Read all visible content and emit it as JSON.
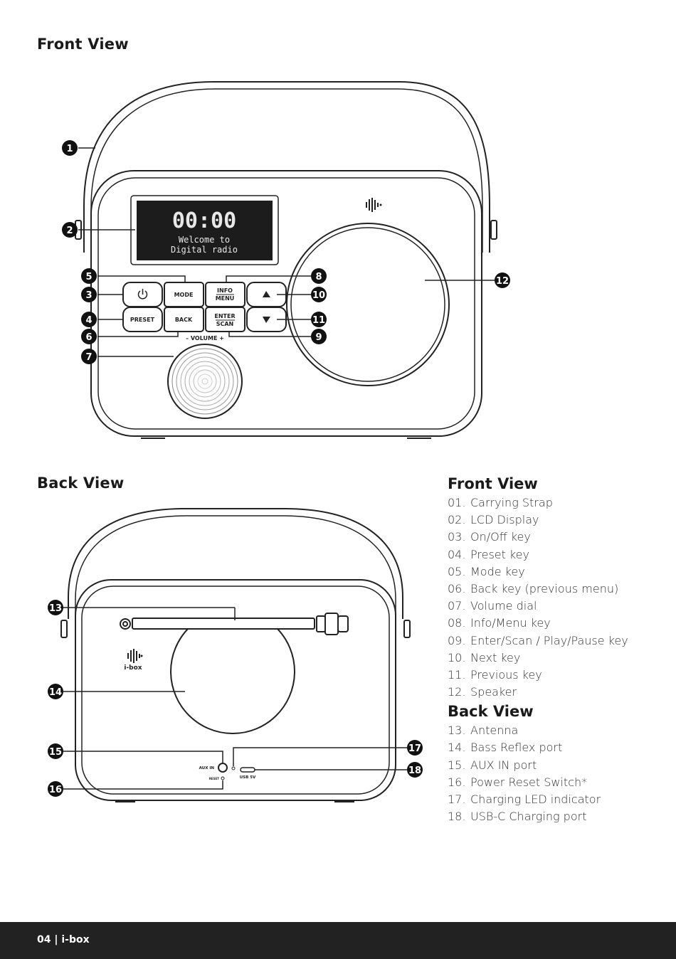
{
  "headings": {
    "front_view": "Front View",
    "back_view": "Back View"
  },
  "device": {
    "lcd_time": "00:00",
    "lcd_line1": "Welcome to",
    "lcd_line2": "Digital radio",
    "buttons": {
      "mode": "MODE",
      "info": "INFO",
      "menu": "MENU",
      "preset": "PRESET",
      "back": "BACK",
      "enter": "ENTER",
      "scan": "SCAN",
      "volume": "– VOLUME +"
    },
    "back_labels": {
      "aux_in": "AUX IN",
      "reset": "RESET",
      "usb": "USB 5V",
      "brand": "i-box"
    }
  },
  "callouts": [
    "1",
    "2",
    "3",
    "4",
    "5",
    "6",
    "7",
    "8",
    "9",
    "10",
    "11",
    "12",
    "13",
    "14",
    "15",
    "16",
    "17",
    "18"
  ],
  "legend": {
    "front_title": "Front View",
    "front_items": [
      {
        "num": "01.",
        "label": "Carrying Strap"
      },
      {
        "num": "02.",
        "label": "LCD Display"
      },
      {
        "num": "03.",
        "label": "On/Off key"
      },
      {
        "num": "04.",
        "label": "Preset key"
      },
      {
        "num": "05.",
        "label": "Mode key"
      },
      {
        "num": "06.",
        "label": "Back key (previous menu)"
      },
      {
        "num": "07.",
        "label": "Volume dial"
      },
      {
        "num": "08.",
        "label": "Info/Menu key"
      },
      {
        "num": "09.",
        "label": "Enter/Scan / Play/Pause key"
      },
      {
        "num": "10.",
        "label": "Next key"
      },
      {
        "num": "11.",
        "label": "Previous key"
      },
      {
        "num": "12.",
        "label": "Speaker"
      }
    ],
    "back_title": "Back View",
    "back_items": [
      {
        "num": "13.",
        "label": "Antenna"
      },
      {
        "num": "14.",
        "label": "Bass Reflex port"
      },
      {
        "num": "15.",
        "label": "AUX IN port"
      },
      {
        "num": "16.",
        "label": "Power Reset Switch*"
      },
      {
        "num": "17.",
        "label": "Charging LED indicator"
      },
      {
        "num": "18.",
        "label": "USB-C Charging port"
      }
    ]
  },
  "footer": {
    "page_label": "04 | i-box"
  },
  "colors": {
    "ink": "#222222",
    "lcd_bg": "#1c1c1c",
    "footer_bg": "#222222"
  }
}
